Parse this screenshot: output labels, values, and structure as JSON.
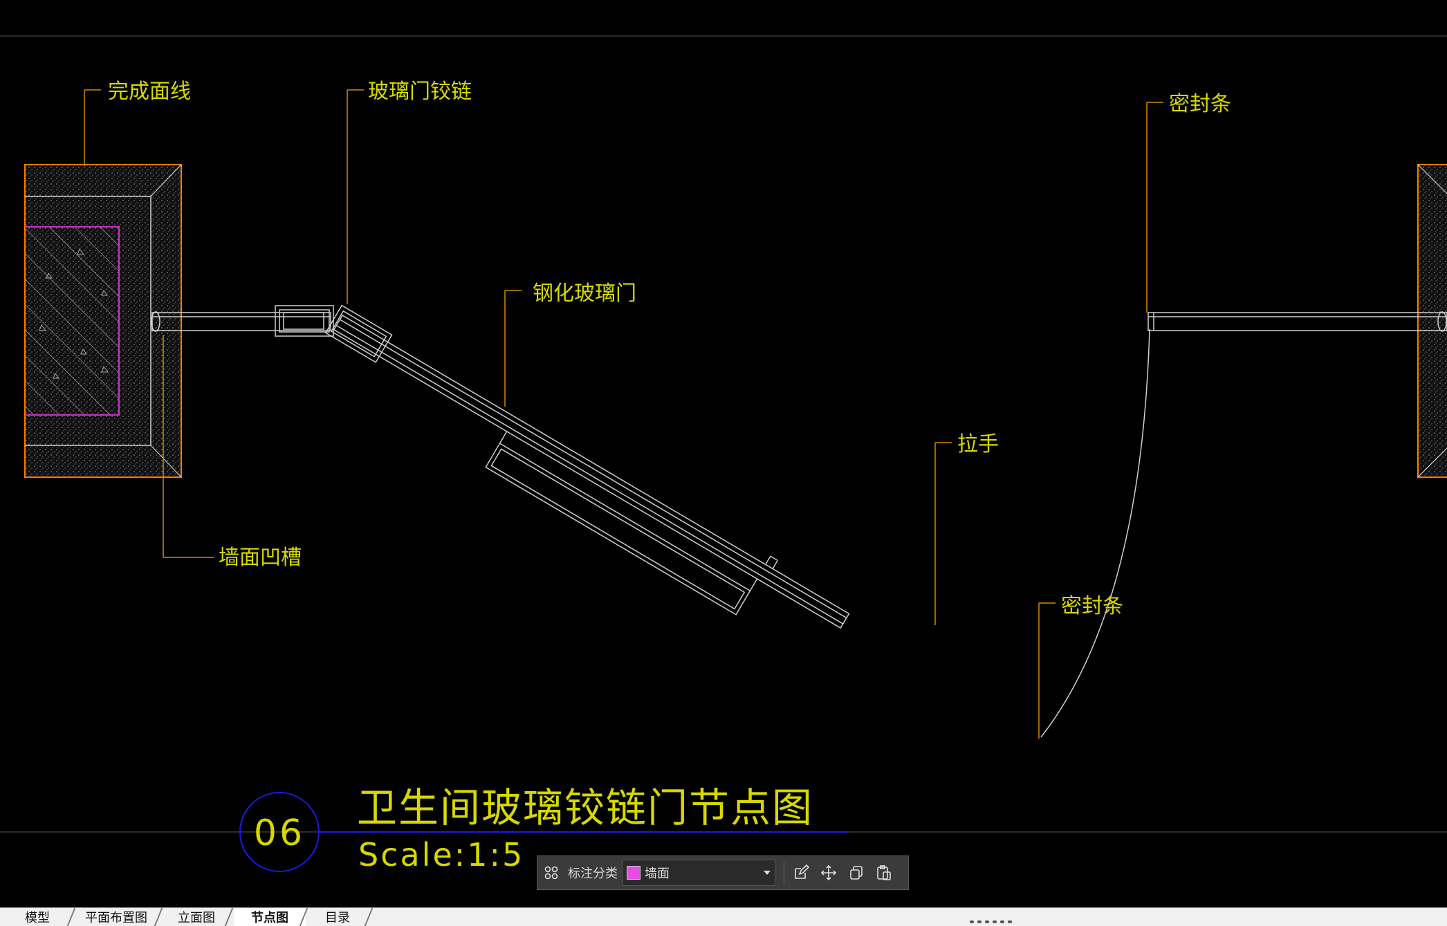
{
  "drawing": {
    "labels": {
      "finish_line": "完成面线",
      "glass_hinge": "玻璃门铰链",
      "tempered_glass_door": "钢化玻璃门",
      "seal_strip_top": "密封条",
      "handle": "拉手",
      "seal_strip_bottom": "密封条",
      "wall_groove": "墙面凹槽"
    },
    "title_block": {
      "number": "06",
      "title": "卫生间玻璃铰链门节点图",
      "scale": "Scale:1:5"
    }
  },
  "toolbar": {
    "category_label": "标注分类",
    "selected_layer": "墙面",
    "swatch_color": "#e44ee4",
    "icons": [
      "grid-icon",
      "edit-icon",
      "move-icon",
      "copy-icon",
      "paste-icon"
    ]
  },
  "tabs": [
    "模型",
    "平面布置图",
    "立面图",
    "节点图",
    "目录"
  ],
  "active_tab": "节点图",
  "colors": {
    "annotation_text": "#d8d800",
    "leader_line": "#d88a00",
    "wall_outline": "#ff7a00",
    "inner_outline": "#d22bd2",
    "title_circle": "#1a1ae0",
    "background": "#000000"
  }
}
